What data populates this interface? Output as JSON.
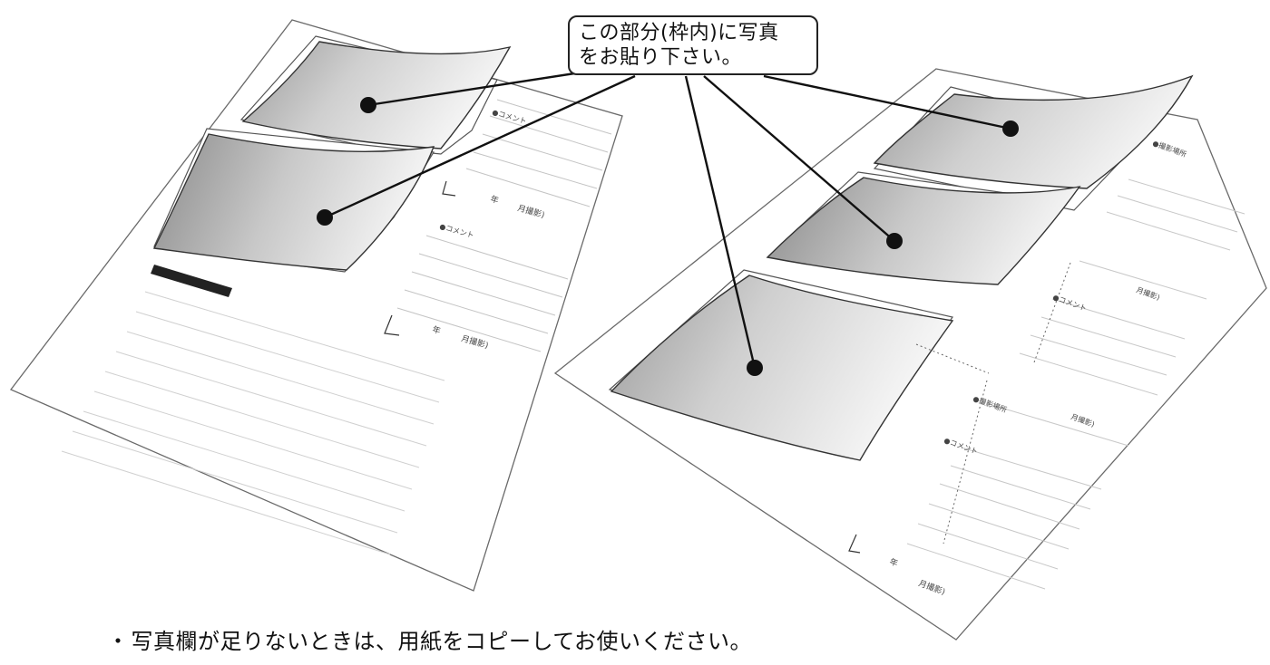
{
  "callout": {
    "line1": "この部分(枠内)に写真",
    "line2": "をお貼り下さい。"
  },
  "footer_note": {
    "bullet": "・",
    "text": "写真欄が足りないときは、用紙をコピーしてお使いください。"
  },
  "left_sheet": {
    "year_label_1": "年",
    "month_label_1": "月撮影)",
    "comment_label_1": "●コメント",
    "comment_label_2": "●コメント",
    "year_label_2": "年",
    "month_label_2": "月撮影)"
  },
  "right_sheet": {
    "place_label_1": "●撮影場所",
    "month_label_1": "月撮影)",
    "comment_label_1": "●コメント",
    "place_label_2": "●撮影場所",
    "month_label_2": "月撮影)",
    "comment_label_2": "●コメント",
    "year_label_3": "年",
    "month_label_3": "月撮影)"
  },
  "colors": {
    "ink": "#111111",
    "paper": "#ffffff",
    "photo_dark": "#8c8c8c",
    "photo_light": "#f2f2f2"
  }
}
